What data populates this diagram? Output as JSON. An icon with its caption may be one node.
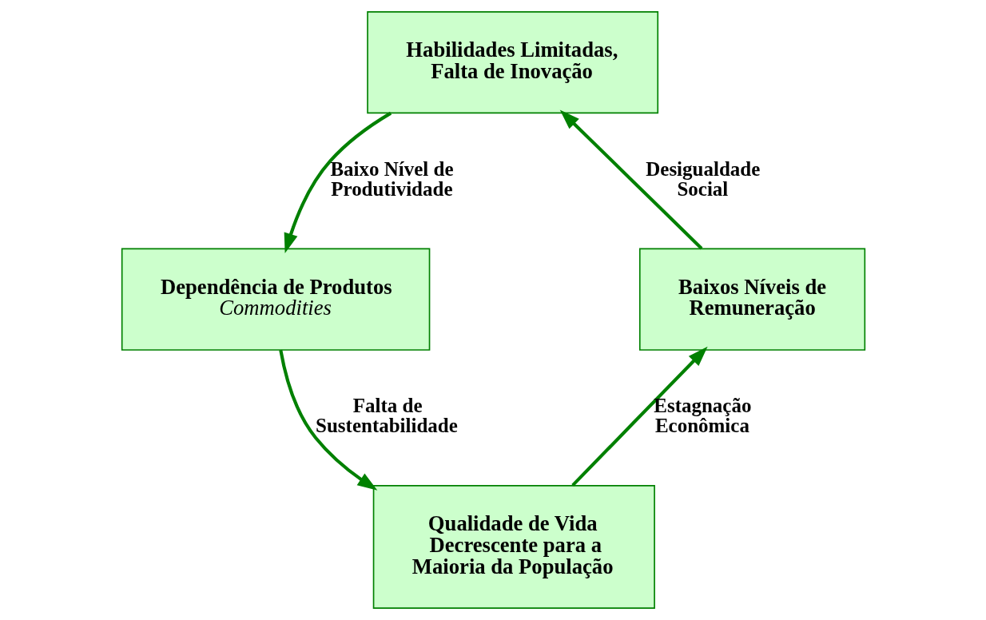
{
  "diagram": {
    "nodes": [
      {
        "text": [
          "Habilidades Limitadas, Falta de Inovação"
        ]
      },
      {
        "text": [
          "Dependência de Produtos",
          "Commodities"
        ]
      },
      {
        "text": [
          "Qualidade de Vida Decrescente para a Maioria da População"
        ]
      },
      {
        "text": [
          "Baixos Níveis de Remuneração"
        ]
      }
    ],
    "edges": [
      {
        "from": 0,
        "to": 1,
        "arrow": "to",
        "label": "Baixo Nível de Produtividade"
      },
      {
        "from": 1,
        "to": 2,
        "arrow": "to",
        "label": "Falta de Sustentabilidade"
      },
      {
        "from": 2,
        "to": 3,
        "arrow": "to",
        "label": "Estagnação Econômica"
      },
      {
        "from": 3,
        "to": 0,
        "arrow": "to",
        "label": "Desigualdade Social"
      }
    ]
  }
}
